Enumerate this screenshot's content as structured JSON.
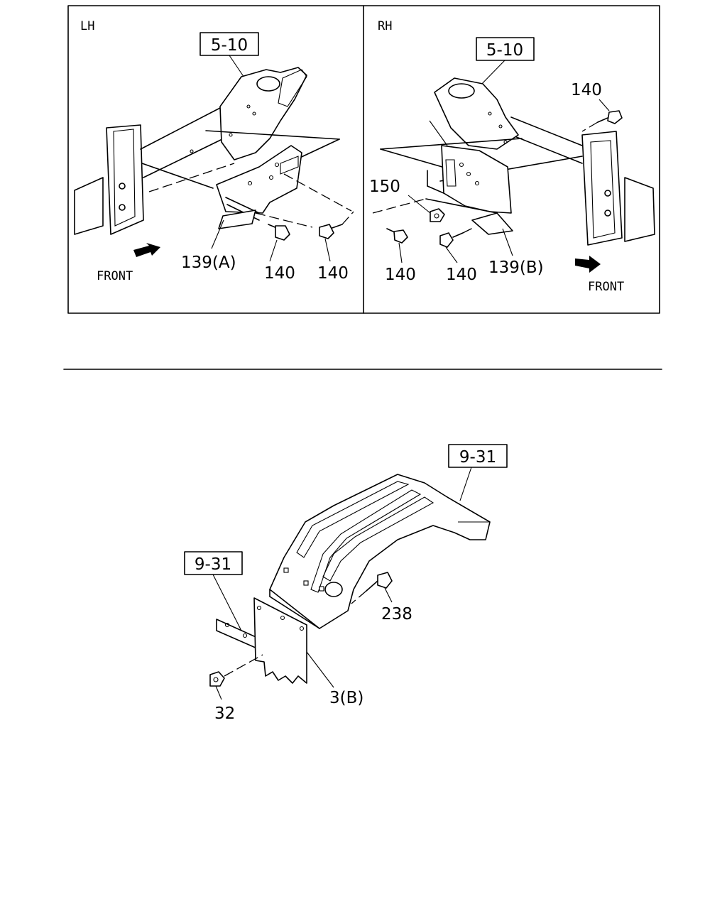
{
  "top_panel": {
    "lh": {
      "side_label": "LH",
      "ref_box": "5-10",
      "callouts": {
        "bracket": "139(A)",
        "bolt_a": "140",
        "bolt_b": "140"
      },
      "front_label": "FRONT"
    },
    "rh": {
      "side_label": "RH",
      "ref_box": "5-10",
      "callouts": {
        "bolt_top": "140",
        "nut": "150",
        "bolt_a": "140",
        "bolt_b": "140",
        "bracket": "139(B)"
      },
      "front_label": "FRONT"
    }
  },
  "bottom_panel": {
    "ref_box_fender": "9-31",
    "ref_box_stay": "9-31",
    "callouts": {
      "bolt": "238",
      "nut": "32",
      "mudflap": "3(B)"
    }
  }
}
